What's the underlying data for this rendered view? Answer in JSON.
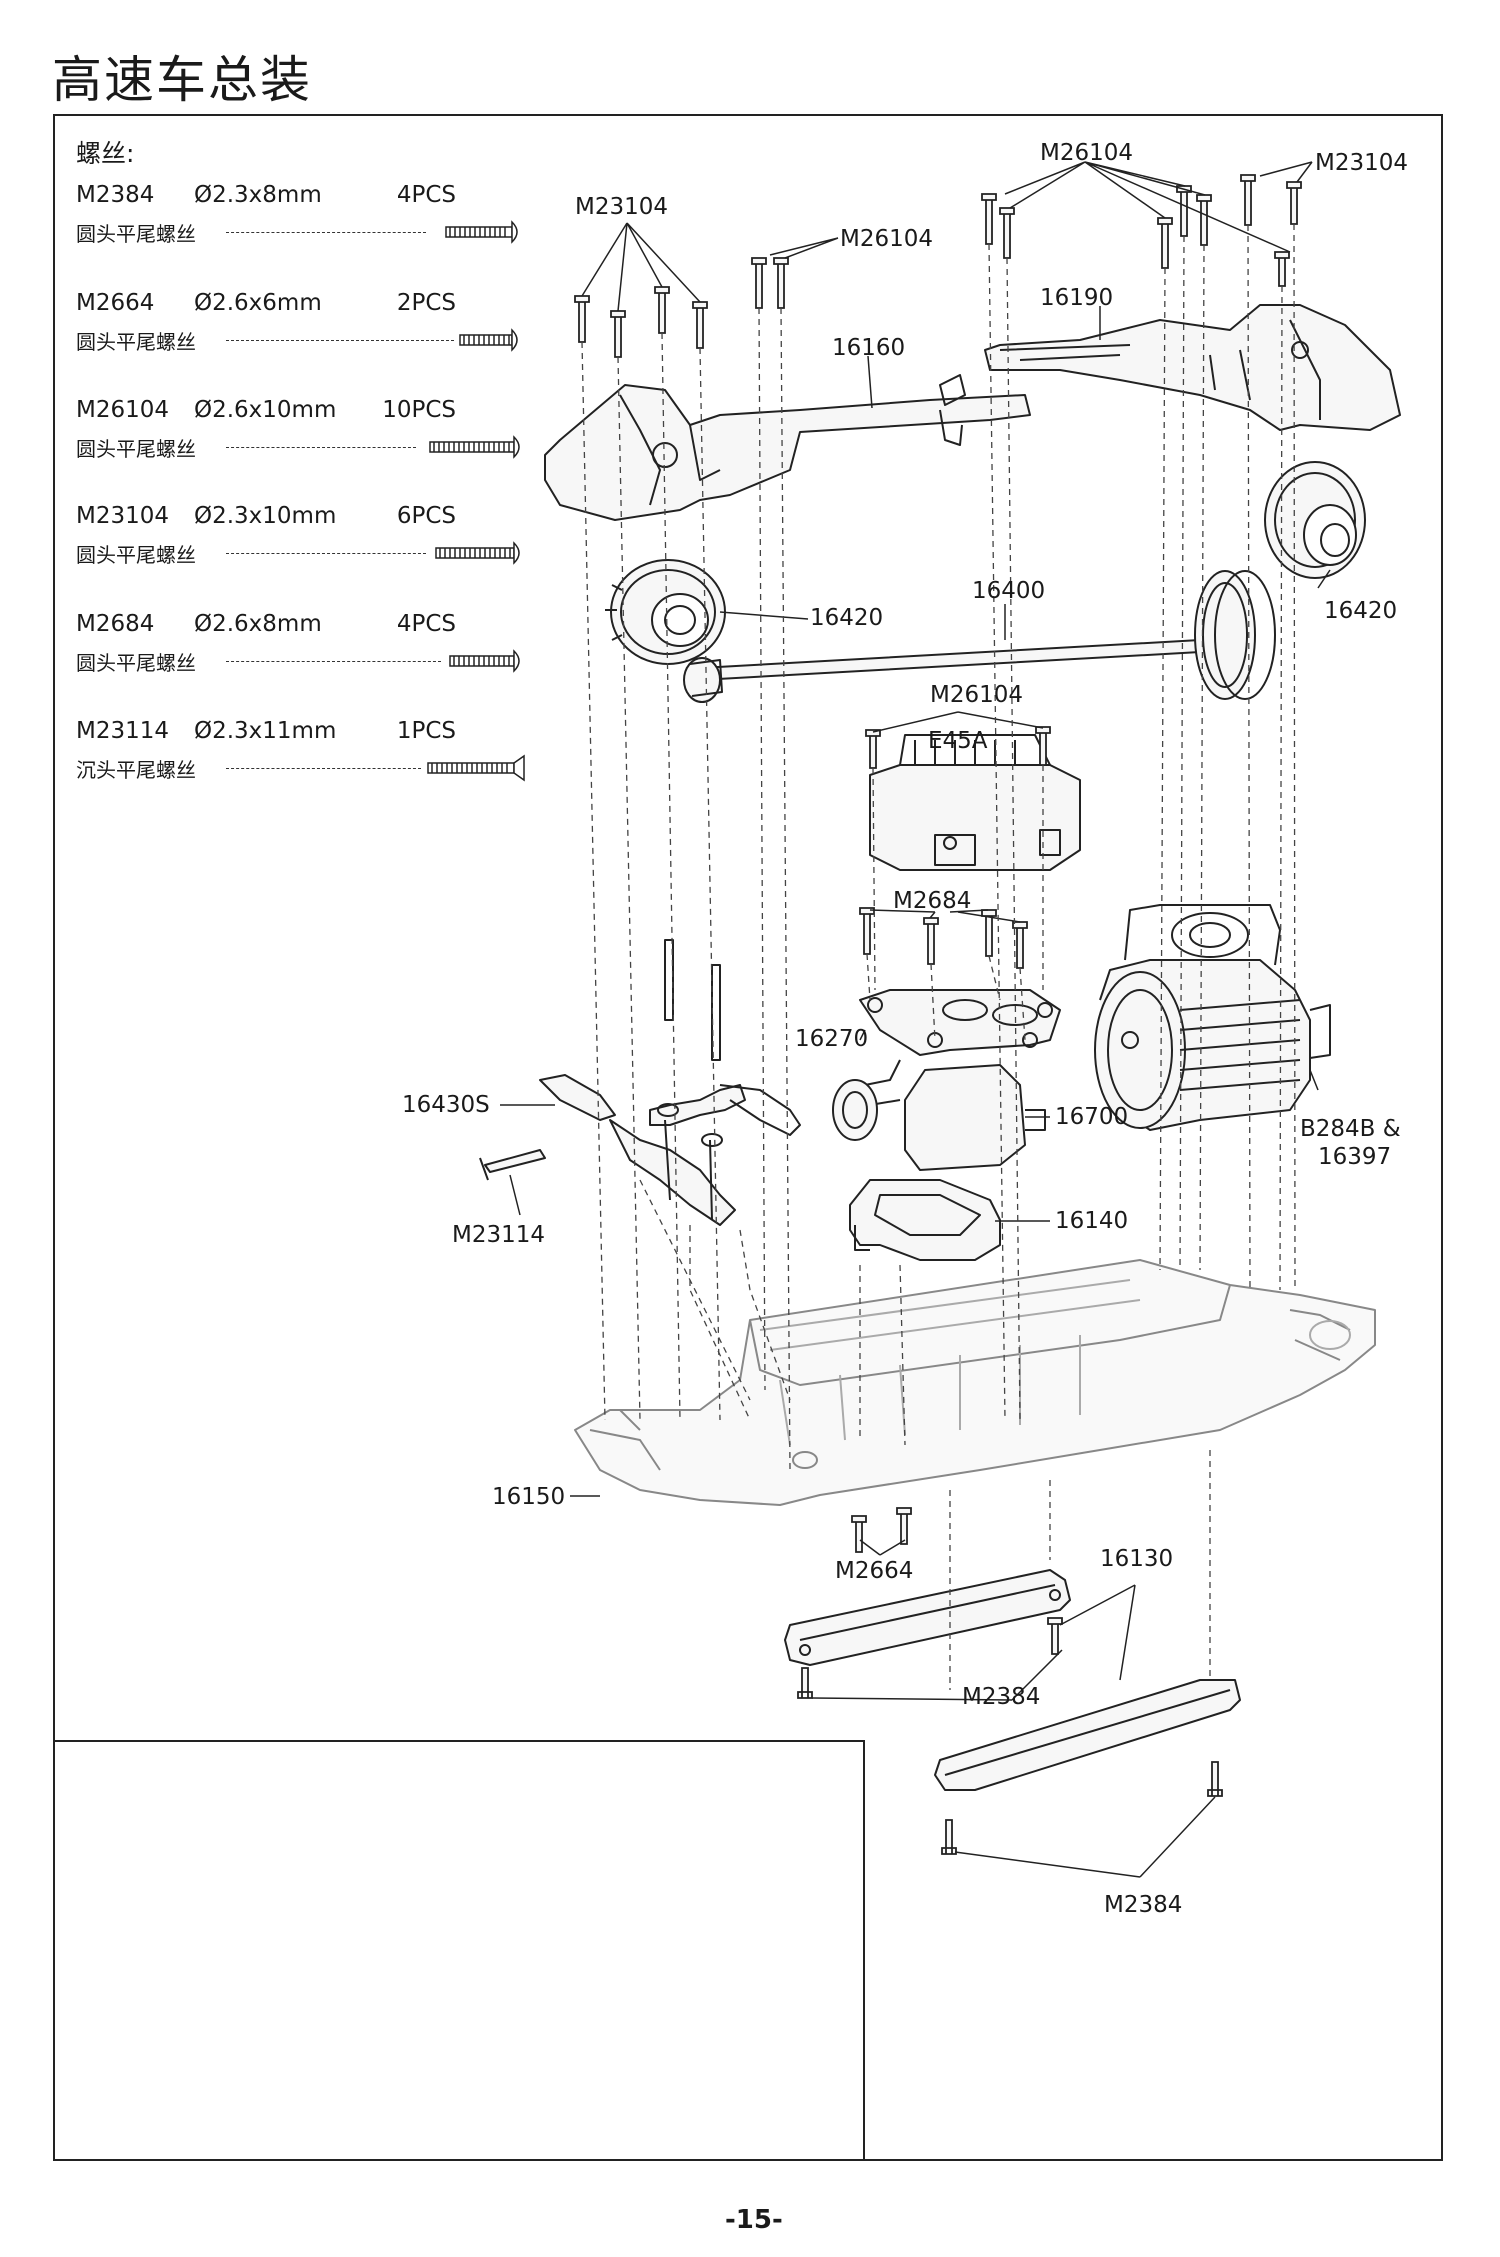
{
  "page": {
    "title": "高速车总装",
    "page_number": "-15-"
  },
  "screws": {
    "heading": "螺丝:",
    "items": [
      {
        "code": "M2384",
        "dim": "Ø2.3x8mm",
        "qty": "4PCS",
        "type": "圆头平尾螺丝"
      },
      {
        "code": "M2664",
        "dim": "Ø2.6x6mm",
        "qty": "2PCS",
        "type": "圆头平尾螺丝"
      },
      {
        "code": "M26104",
        "dim": "Ø2.6x10mm",
        "qty": "10PCS",
        "type": "圆头平尾螺丝"
      },
      {
        "code": "M23104",
        "dim": "Ø2.3x10mm",
        "qty": "6PCS",
        "type": "圆头平尾螺丝"
      },
      {
        "code": "M2684",
        "dim": "Ø2.6x8mm",
        "qty": "4PCS",
        "type": "圆头平尾螺丝"
      },
      {
        "code": "M23114",
        "dim": "Ø2.3x11mm",
        "qty": "1PCS",
        "type": "沉头平尾螺丝"
      }
    ]
  },
  "callouts": {
    "m26104_top": "M26104",
    "m23104_top_right": "M23104",
    "m23104_left": "M23104",
    "m26104_mid": "M26104",
    "p16190": "16190",
    "p16160": "16160",
    "p16420_right": "16420",
    "p16400": "16400",
    "p16420_left": "16420",
    "m26104_esc": "M26104",
    "e45a": "E45A",
    "m2684": "M2684",
    "p16270": "16270",
    "p16430s": "16430S",
    "p16700": "16700",
    "b284b": "B284B &",
    "p16397": "16397",
    "m23114": "M23114",
    "p16140": "16140",
    "p16150": "16150",
    "m2664": "M2664",
    "p16130": "16130",
    "m2384_a": "M2384",
    "m2384_b": "M2384"
  }
}
